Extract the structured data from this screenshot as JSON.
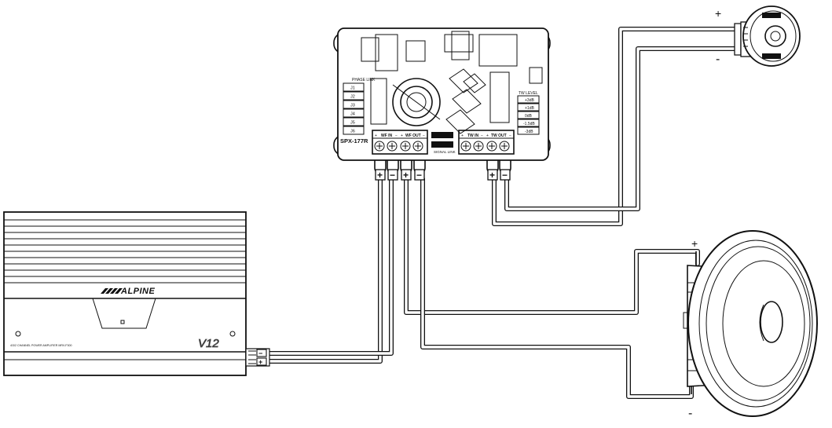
{
  "crossover": {
    "model": "SPX-177R",
    "phase_link_label": "PHASE LINK",
    "phase_jumpers": [
      "J1",
      "J2",
      "J3",
      "J4",
      "J5",
      "J6"
    ],
    "tw_level_label": "TW LEVEL",
    "tw_levels": [
      "+3dB",
      "+1dB",
      "0dB",
      "-1.5dB",
      "-3dB"
    ],
    "terminal_groups": {
      "wf_in": "WF IN",
      "wf_out": "WF OUT",
      "tw_in": "TW IN",
      "tw_out": "TW OUT"
    },
    "plus_sign": "+",
    "minus_sign": "−",
    "signal_link_label": "SIGNAL LINK"
  },
  "amplifier": {
    "brand": "ALPINE",
    "caption": "4/3/2 CHANNEL POWER AMPLIFIER MRV-F300",
    "badge": "V12"
  },
  "polarity": {
    "tweeter_plus": "+",
    "tweeter_minus": "-",
    "woofer_plus": "+",
    "woofer_minus": "-"
  }
}
